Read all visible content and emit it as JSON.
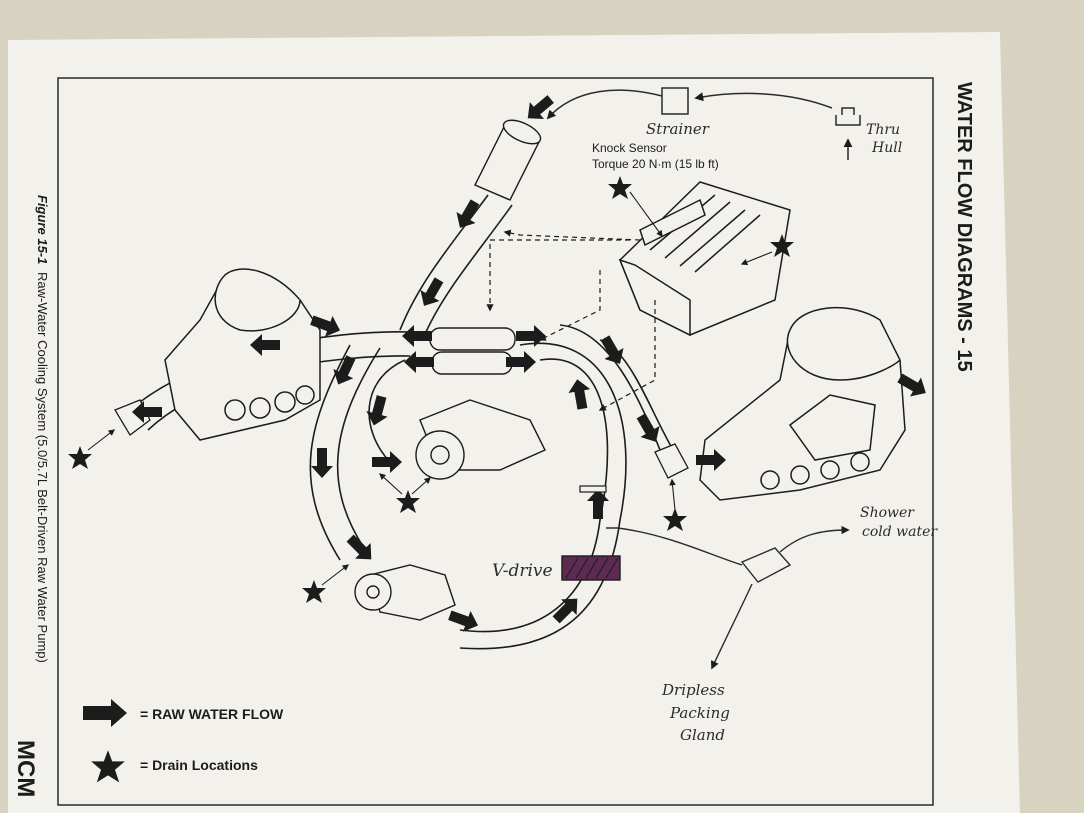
{
  "page": {
    "title": "WATER FLOW DIAGRAMS - 15",
    "figure_label": "Figure 15-1",
    "figure_caption": "Raw-Water Cooling System (5.0/5.7L Belt-Driven Raw Water Pump)",
    "brand_logo": "MCM",
    "colors": {
      "paper": "#f3f1ec",
      "wall": "#d8d2c1",
      "ink": "#1c1c1c",
      "vdrive_fill": "#5c2a52"
    }
  },
  "printed_labels": {
    "knock_sensor": "Knock Sensor",
    "torque": "Torque 20 N·m (15 lb ft)"
  },
  "legend": {
    "raw_water_flow": "= RAW WATER FLOW",
    "drain_locations": "= Drain Locations",
    "arrow_icon": "flow-arrow-icon",
    "star_icon": "drain-star-icon"
  },
  "handwritten_labels": {
    "strainer": "Strainer",
    "thru": "Thru",
    "hull": "Hull",
    "shower": "Shower",
    "cold_water": "cold water",
    "v_drive": "V-drive",
    "dripless": "Dripless",
    "packing": "Packing",
    "gland": "Gland"
  }
}
